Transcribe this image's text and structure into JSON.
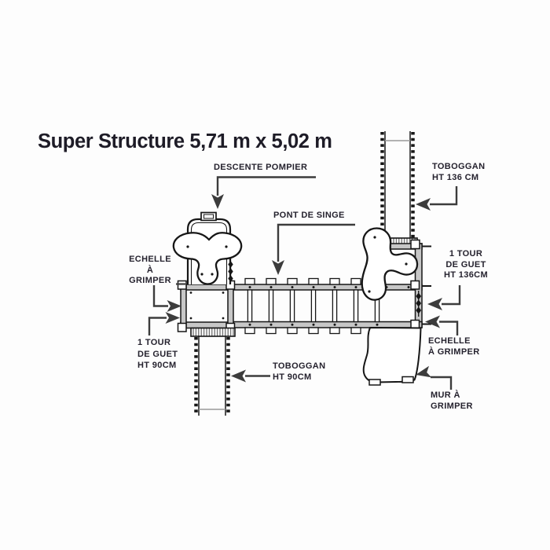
{
  "title": "Super Structure 5,71 m x 5,02 m",
  "annotations": {
    "descente_pompier": {
      "text": "DESCENTE POMPIER"
    },
    "pont_de_singe": {
      "text": "PONT DE SINGE"
    },
    "toboggan_haut": {
      "line1": "TOBOGGAN",
      "line2": "HT 136 CM"
    },
    "tour_de_guet_haut": {
      "line1": "1 TOUR",
      "line2": "DE GUET",
      "line3": "HT 136CM"
    },
    "echelle_droite": {
      "line1": "ECHELLE",
      "line2": "À GRIMPER"
    },
    "mur_a_grimper": {
      "line1": "MUR À",
      "line2": "GRIMPER"
    },
    "echelle_gauche": {
      "line1": "ECHELLE",
      "line2": "À",
      "line3": "GRIMPER"
    },
    "tour_de_guet_bas": {
      "line1": "1 TOUR",
      "line2": "DE GUET",
      "line3": "HT 90CM"
    },
    "toboggan_bas": {
      "line1": "TOBOGGAN",
      "line2": "HT 90CM"
    }
  },
  "colors": {
    "title_ink": "#1e1c27",
    "label_ink": "#25222e",
    "drawing_ink": "#161616",
    "arrow_ink": "#3c3c3c",
    "rail_fill": "#c7c7c7",
    "background": "#fdfdfd"
  }
}
